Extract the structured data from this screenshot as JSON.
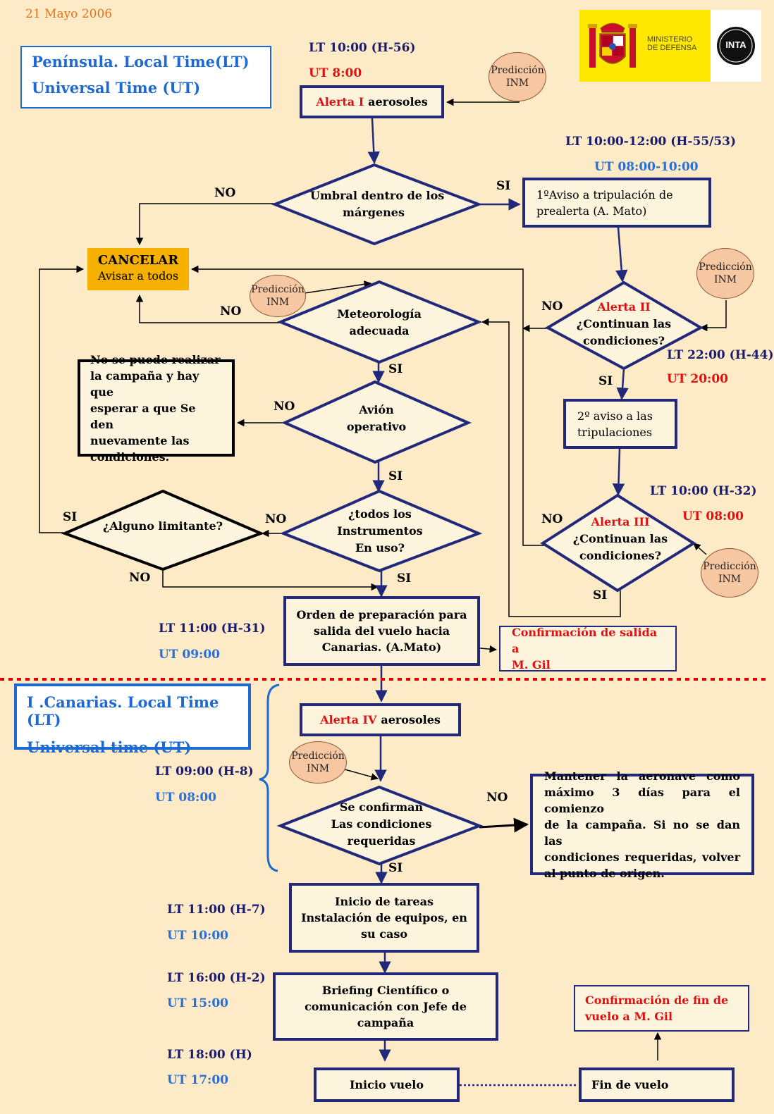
{
  "header": {
    "date": "21 Mayo 2006"
  },
  "logos": {
    "ministry": [
      "MINISTERIO",
      "DE DEFENSA"
    ],
    "inta": "INTA"
  },
  "legend_peninsula": {
    "lt": "Península. Local Time(LT)",
    "ut": "Universal Time (UT)"
  },
  "legend_canarias": {
    "lt": "I .Canarias. Local Time (LT)",
    "ut": "Universal time (UT)"
  },
  "predictions": {
    "label": [
      "Predicción",
      "INM"
    ]
  },
  "times": {
    "alerta1_lt": "LT 10:00 (H-56)",
    "alerta1_ut": "UT 8:00",
    "aviso1_lt": "LT 10:00-12:00 (H-55/53)",
    "aviso1_ut": "UT 08:00-10:00",
    "alerta2_lt": "LT 22:00 (H-44)",
    "alerta2_ut": "UT 20:00",
    "alerta3_lt": "LT 10:00 (H-32)",
    "alerta3_ut": "UT 08:00",
    "orden_lt": "LT 11:00 (H-31)",
    "orden_ut": "UT 09:00",
    "alerta4_lt": "LT 09:00 (H-8)",
    "alerta4_ut": "UT 08:00",
    "inicio_lt": "LT 11:00 (H-7)",
    "inicio_ut": "UT 10:00",
    "briefing_lt": "LT 16:00 (H-2)",
    "briefing_ut": "UT 15:00",
    "vuelo_lt": "LT 18:00 (H)",
    "vuelo_ut": "UT 17:00"
  },
  "nodes": {
    "alerta1": {
      "red": "Alerta I",
      "rest": "aerosoles"
    },
    "umbral": [
      "Umbral dentro de los",
      "márgenes"
    ],
    "aviso1": [
      "1ºAviso a tripulación de",
      "prealerta  (A. Mato)"
    ],
    "cancelar": {
      "title": "CANCELAR",
      "sub": "Avisar a todos"
    },
    "meteo": [
      "Meteorología",
      "adecuada"
    ],
    "alerta2": {
      "red": "Alerta II",
      "lines": [
        "¿Continuan las",
        "condiciones?"
      ]
    },
    "no_campana": [
      "No se puede realizar",
      "la campaña y hay que",
      "esperar a que Se den",
      "nuevamente las",
      "condiciones."
    ],
    "avion": [
      "Avión",
      "operativo"
    ],
    "aviso2": [
      "2º aviso a las",
      "tripulaciones"
    ],
    "limitante": "¿Alguno limitante?",
    "instrumentos": [
      "¿todos los",
      "Instrumentos",
      "En uso?"
    ],
    "alerta3": {
      "red": "Alerta III",
      "lines": [
        "¿Continuan las",
        "condiciones?"
      ]
    },
    "orden": [
      "Orden de preparación para",
      "salida del vuelo hacia",
      "Canarias. (A.Mato)"
    ],
    "confirm_salida": [
      "Confirmación de salida a",
      "M. Gil"
    ],
    "alerta4": {
      "red": "Alerta IV",
      "rest": "aerosoles"
    },
    "confirman": [
      "Se confirman",
      "Las condiciones",
      "requeridas"
    ],
    "mantener": [
      "Mantener  la  aeronave  como",
      "máximo 3 días para el comienzo",
      "de la campaña. Si no se dan las",
      "condiciones  requeridas,  volver",
      "al punto de origen."
    ],
    "inicio_tareas": [
      "Inicio de tareas",
      "Instalación de equipos, en",
      "su caso"
    ],
    "briefing": [
      "Briefing Científico o",
      "comunicación con Jefe de",
      "campaña"
    ],
    "inicio_vuelo": "Inicio vuelo",
    "fin_vuelo": "Fin de vuelo",
    "confirm_fin": [
      "Confirmación de fin de",
      "vuelo a M. Gil"
    ]
  },
  "edges": {
    "si": "SI",
    "no": "NO"
  },
  "colors": {
    "background": "#fdebc8",
    "box_fill": "#fdf4de",
    "box_border": "#22287a",
    "cancel": "#f5b000",
    "red_text": "#e01010",
    "blue_text": "#2a6fd6",
    "divider": "#e00000"
  }
}
